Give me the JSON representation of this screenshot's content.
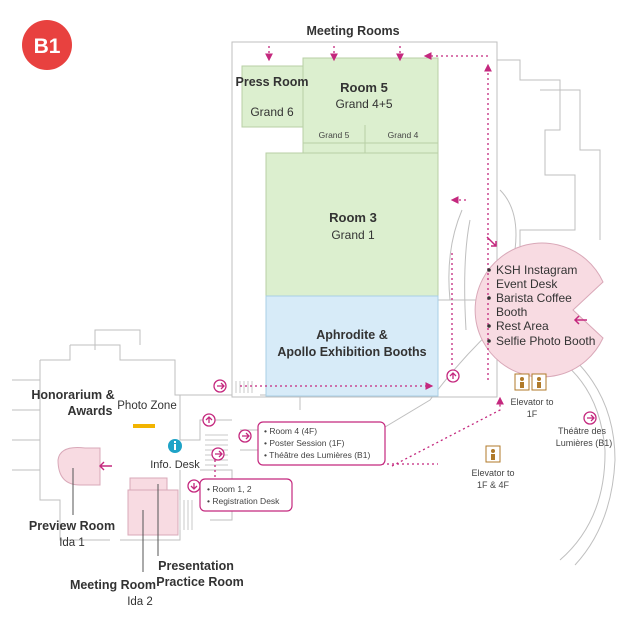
{
  "floor_badge": "B1",
  "colors": {
    "badge": "#e8413f",
    "accent": "#c4287e",
    "room_green": "#dcefcf",
    "room_blue": "#d7ebf8",
    "pink": "#f8dbe2",
    "info": "#1ea3c7",
    "line": "#bfbfbf"
  },
  "rooms": {
    "meeting_rooms_title": "Meeting Rooms",
    "press_room_name": "Press Room",
    "press_room_sub": "Grand 6",
    "room5_name": "Room 5",
    "room5_sub": "Grand 4+5",
    "grand5": "Grand 5",
    "grand4": "Grand 4",
    "room3_name": "Room 3",
    "room3_sub": "Grand 1",
    "exhibition_line1": "Aphrodite &",
    "exhibition_line2": "Apollo Exhibition Booths"
  },
  "lounge": {
    "items": [
      "KSH Instagram",
      "Event Desk",
      "Barista Coffee",
      "Booth",
      "Rest Area",
      "Selfie Photo Booth"
    ]
  },
  "areas": {
    "honorarium_line1": "Honorarium &",
    "honorarium_line2": "Awards",
    "photo_zone": "Photo Zone",
    "info_desk": "Info. Desk",
    "preview_room": "Preview Room",
    "preview_room_sub": "Ida 1",
    "meeting_room": "Meeting Room",
    "meeting_room_sub": "Ida 2",
    "presentation_line1": "Presentation",
    "presentation_line2": "Practice Room"
  },
  "callouts": {
    "upper": [
      "• Room 4 (4F)",
      "• Poster Session (1F)",
      "• Théâtre des Lumières (B1)"
    ],
    "lower": [
      "• Room 1, 2",
      "• Registration Desk"
    ]
  },
  "elevators": {
    "to_1f_line1": "Elevator to",
    "to_1f_line2": "1F",
    "to_1f_4f_line1": "Elevator to",
    "to_1f_4f_line2": "1F & 4F"
  },
  "theatre": {
    "line1": "Théâtre des",
    "line2": "Lumières (B1)"
  }
}
